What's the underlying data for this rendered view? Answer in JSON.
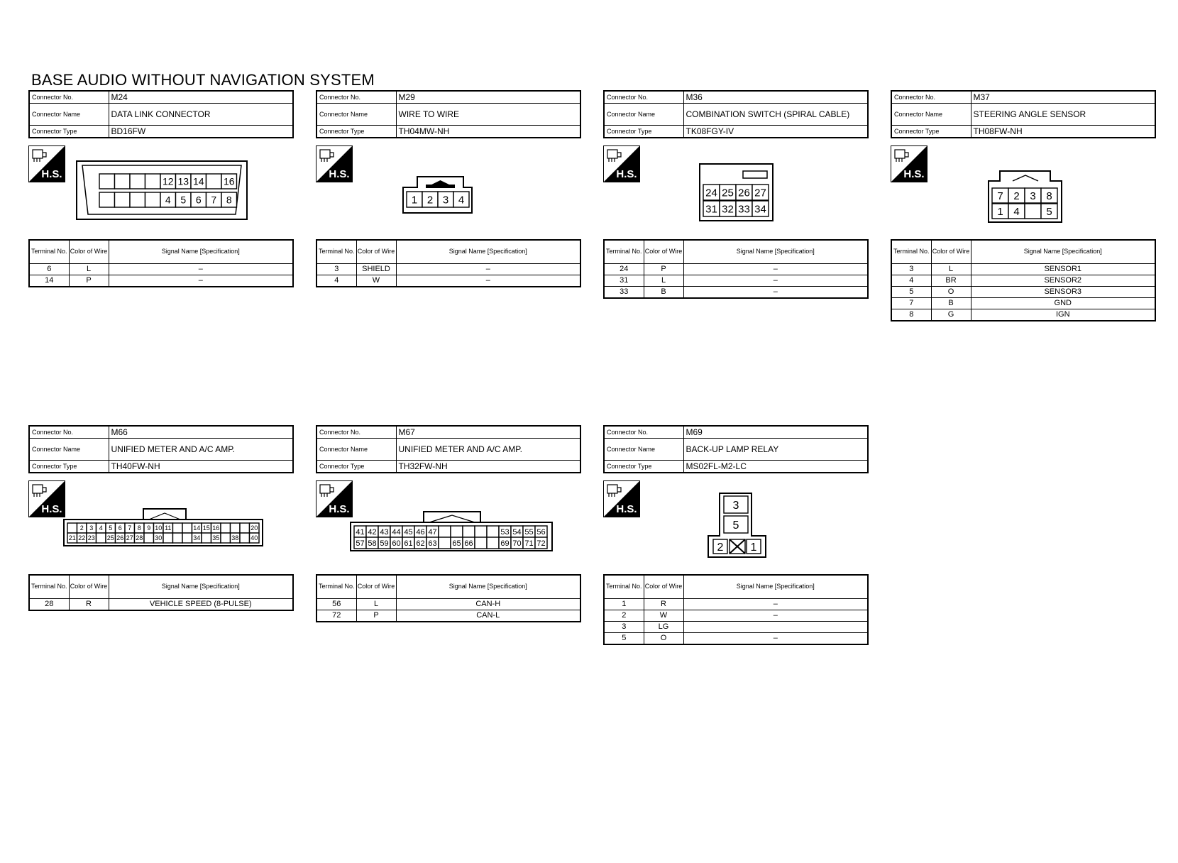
{
  "title": "BASE AUDIO WITHOUT NAVIGATION SYSTEM",
  "labels": {
    "connector_no": "Connector No.",
    "connector_name": "Connector Name",
    "connector_type": "Connector Type",
    "hs": "H.S.",
    "col_terminal": "Terminal No.",
    "col_color": "Color of Wire",
    "col_signal": "Signal Name [Specification]"
  },
  "connectors": [
    {
      "no": "M24",
      "name": "DATA LINK CONNECTOR",
      "type": "BD16FW",
      "rows": [
        [
          "6",
          "L",
          "–"
        ],
        [
          "14",
          "P",
          "–"
        ]
      ]
    },
    {
      "no": "M29",
      "name": "WIRE TO WIRE",
      "type": "TH04MW-NH",
      "rows": [
        [
          "3",
          "SHIELD",
          "–"
        ],
        [
          "4",
          "W",
          "–"
        ]
      ]
    },
    {
      "no": "M36",
      "name": "COMBINATION SWITCH (SPIRAL CABLE)",
      "type": "TK08FGY-IV",
      "rows": [
        [
          "24",
          "P",
          "–"
        ],
        [
          "31",
          "L",
          "–"
        ],
        [
          "33",
          "B",
          "–"
        ]
      ]
    },
    {
      "no": "M37",
      "name": "STEERING ANGLE SENSOR",
      "type": "TH08FW-NH",
      "rows": [
        [
          "3",
          "L",
          "SENSOR1"
        ],
        [
          "4",
          "BR",
          "SENSOR2"
        ],
        [
          "5",
          "O",
          "SENSOR3"
        ],
        [
          "7",
          "B",
          "GND"
        ],
        [
          "8",
          "G",
          "IGN"
        ]
      ]
    },
    {
      "no": "M66",
      "name": "UNIFIED METER AND A/C AMP.",
      "type": "TH40FW-NH",
      "rows": [
        [
          "28",
          "R",
          "VEHICLE SPEED (8-PULSE)"
        ]
      ]
    },
    {
      "no": "M67",
      "name": "UNIFIED METER AND A/C AMP.",
      "type": "TH32FW-NH",
      "rows": [
        [
          "56",
          "L",
          "CAN-H"
        ],
        [
          "72",
          "P",
          "CAN-L"
        ]
      ]
    },
    {
      "no": "M69",
      "name": "BACK-UP LAMP RELAY",
      "type": "MS02FL-M2-LC",
      "rows": [
        [
          "1",
          "R",
          "–"
        ],
        [
          "2",
          "W",
          "–"
        ],
        [
          "3",
          "LG",
          ""
        ],
        [
          "5",
          "O",
          "–"
        ]
      ]
    }
  ],
  "pins": {
    "m24_top": [
      "",
      "",
      "",
      "",
      "12",
      "13",
      "14",
      "",
      "16"
    ],
    "m24_bot": [
      "",
      "",
      "",
      "",
      "4",
      "5",
      "6",
      "7",
      "8"
    ],
    "m29": [
      "1",
      "2",
      "3",
      "4"
    ],
    "m36_top": [
      "24",
      "25",
      "26",
      "27"
    ],
    "m36_bot": [
      "31",
      "32",
      "33",
      "34"
    ],
    "m37_top": [
      "7",
      "2",
      "3",
      "8"
    ],
    "m37_bot": [
      "1",
      "4",
      "",
      "5"
    ],
    "m66_top": [
      "",
      "2",
      "3",
      "4",
      "5",
      "6",
      "7",
      "8",
      "9",
      "10",
      "11",
      "",
      "",
      "14",
      "15",
      "16",
      "",
      "",
      "",
      "20"
    ],
    "m66_bot": [
      "21",
      "22",
      "23",
      "",
      "25",
      "26",
      "27",
      "28",
      "",
      "30",
      "",
      "",
      "",
      "34",
      "",
      "35",
      "",
      "38",
      "",
      "40"
    ],
    "m67_top": [
      "41",
      "42",
      "43",
      "44",
      "45",
      "46",
      "47",
      "",
      "",
      "",
      "",
      "",
      "53",
      "54",
      "55",
      "56"
    ],
    "m67_bot": [
      "57",
      "58",
      "59",
      "60",
      "61",
      "62",
      "63",
      "",
      "65",
      "66",
      "",
      "",
      "69",
      "70",
      "71",
      "72"
    ],
    "m69": [
      "3",
      "5",
      "2",
      "1"
    ]
  }
}
